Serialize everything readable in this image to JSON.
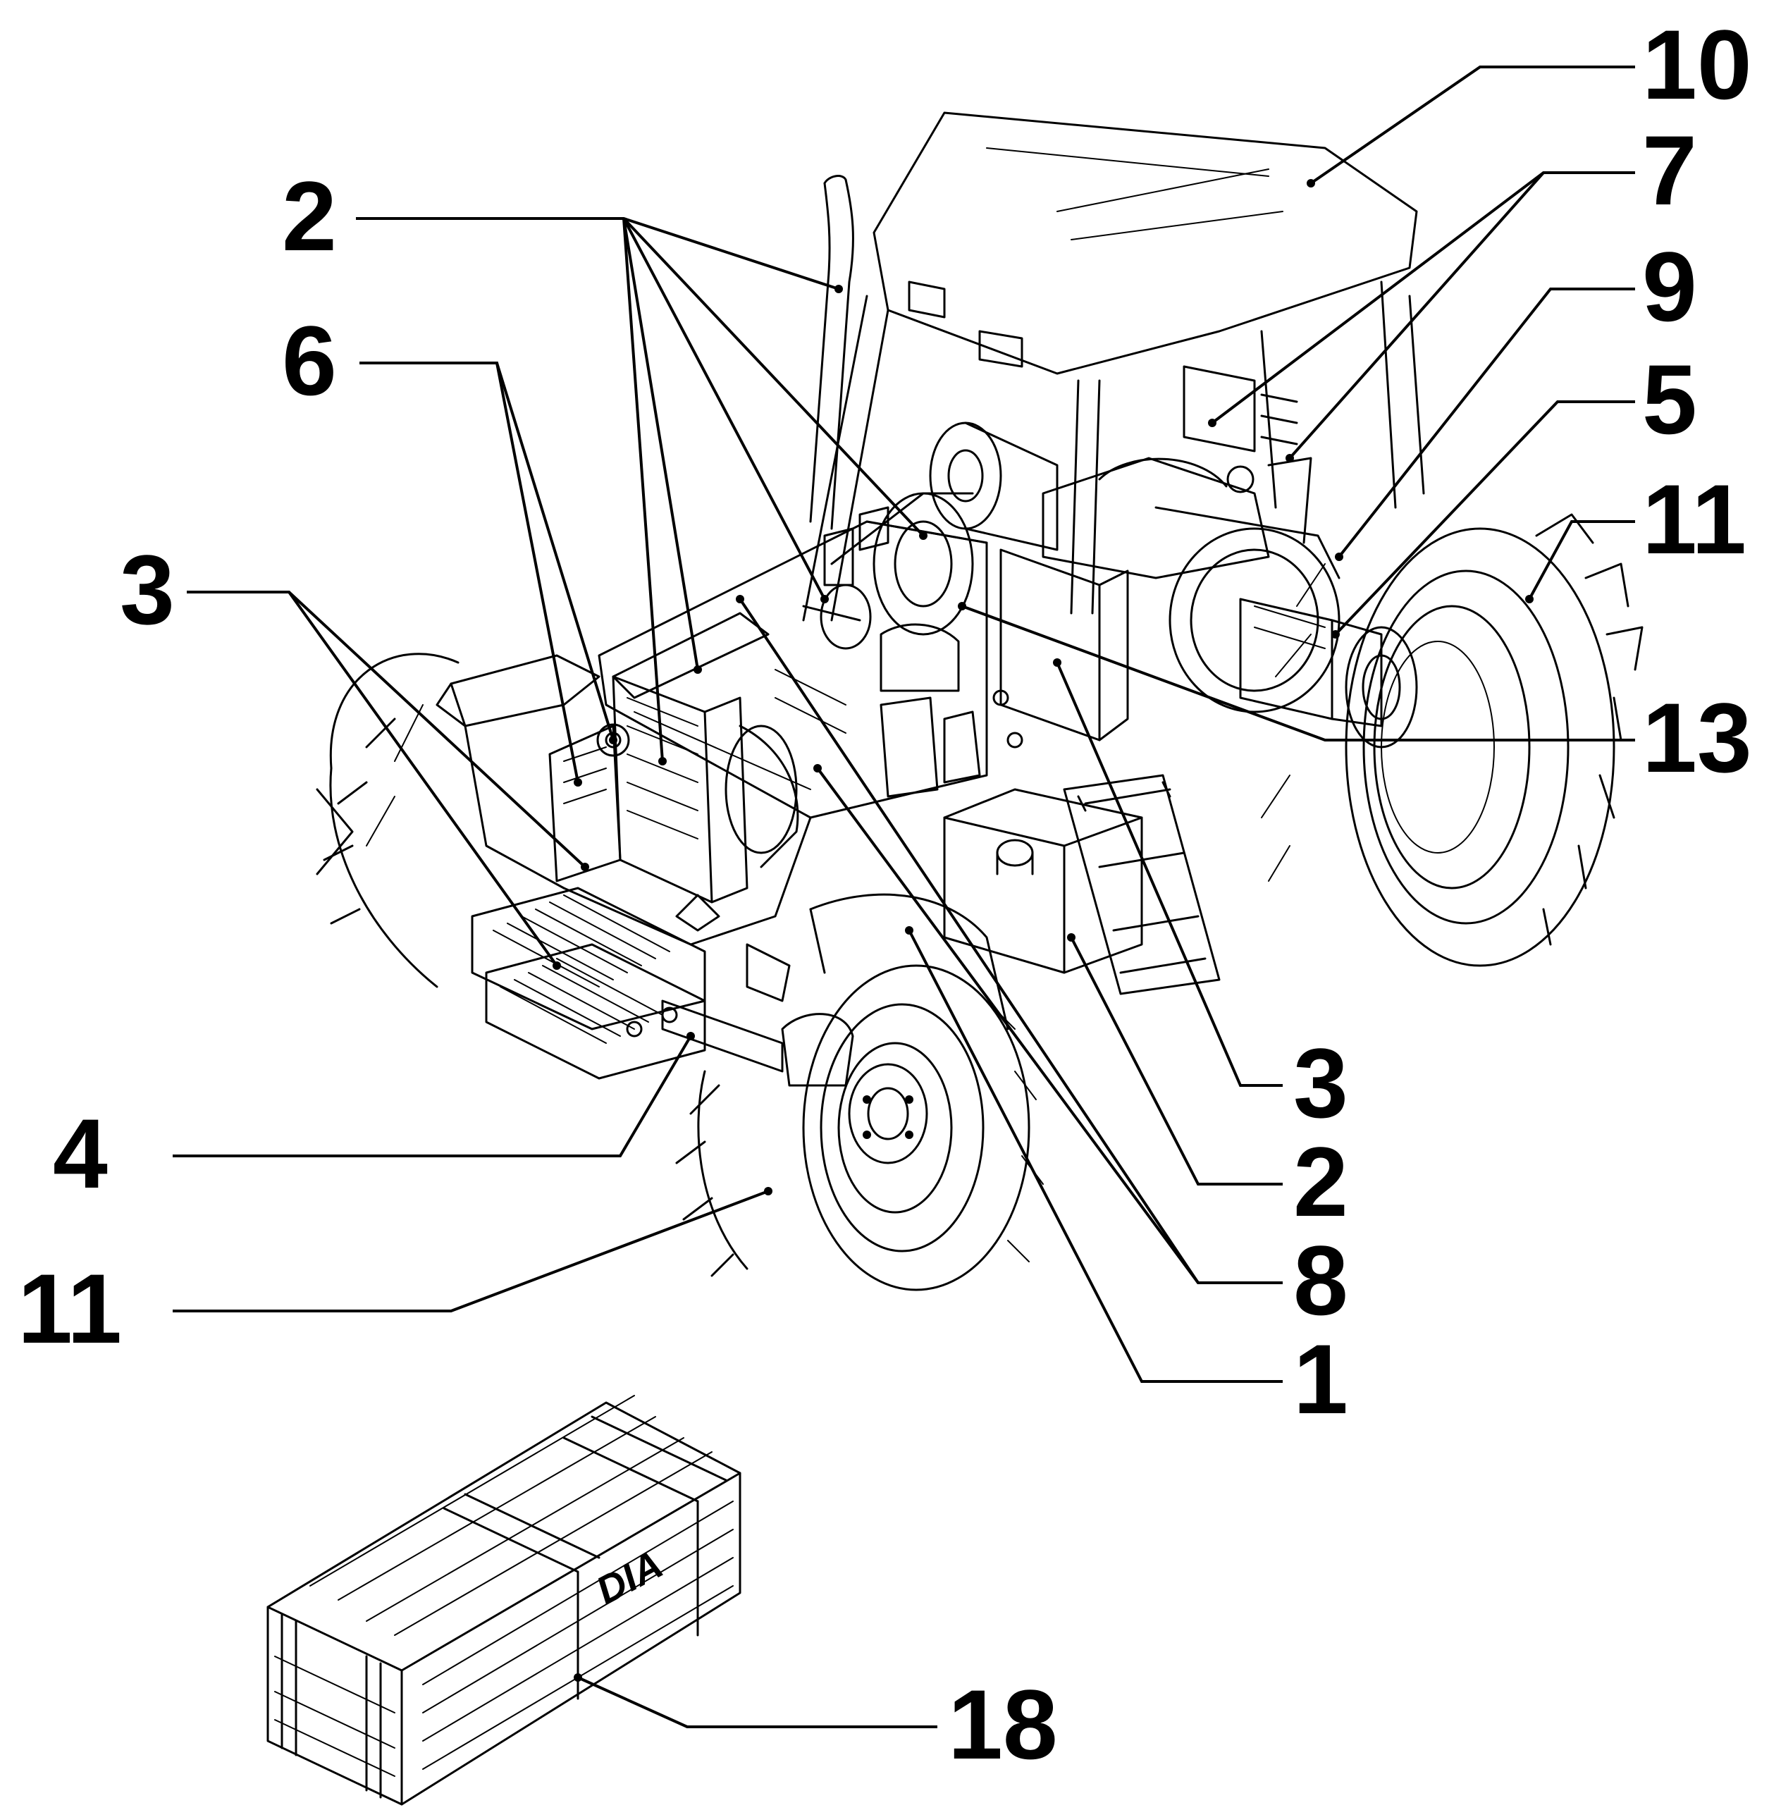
{
  "callouts": {
    "c10": "10",
    "c7": "7",
    "c9": "9",
    "c5": "5",
    "c11_right": "11",
    "c13": "13",
    "c3_right": "3",
    "c2_right": "2",
    "c8": "8",
    "c1": "1",
    "c2_top": "2",
    "c6": "6",
    "c3_left": "3",
    "c4": "4",
    "c11_left": "11",
    "c18": "18"
  },
  "crate": {
    "stamp": "DIA"
  }
}
